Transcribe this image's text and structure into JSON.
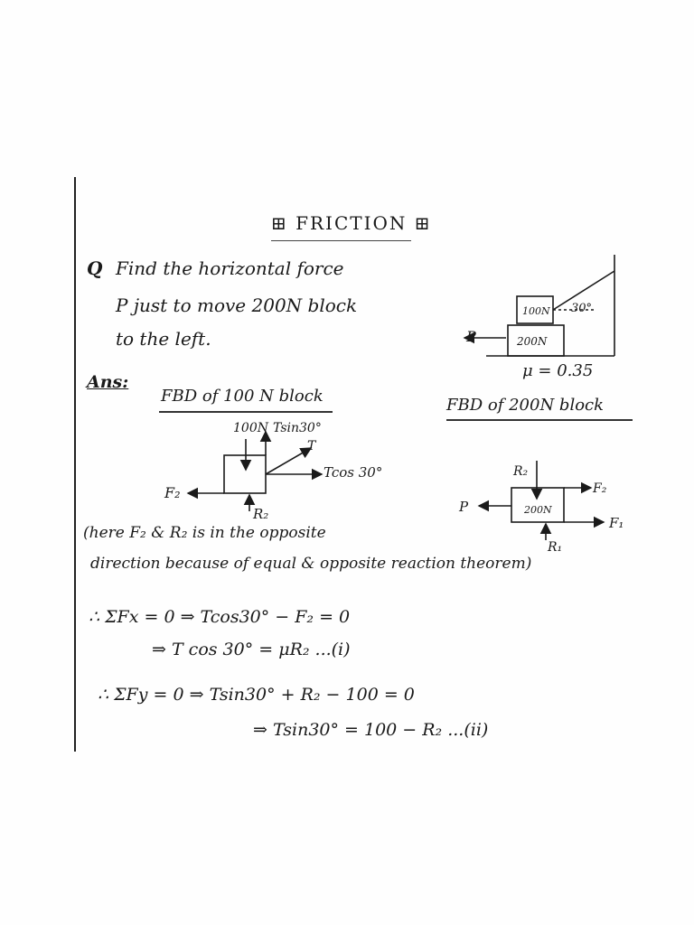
{
  "title": "⊞ FRICTION ⊞",
  "question": {
    "label": "Q",
    "line1": "Find the horizontal force",
    "line2": "P just to move 200N block",
    "line3": "to the left."
  },
  "problem_figure": {
    "upper_block": "100N",
    "lower_block": "200N",
    "force": "P",
    "angle": "30°",
    "mu": "μ = 0.35"
  },
  "answer_label": "Ans:",
  "fbd_100": {
    "heading": "FBD of 100 N block",
    "weight": "100N",
    "t_sin": "Tsin30°",
    "t": "T",
    "t_cos": "Tcos 30°",
    "f2": "F₂",
    "r2": "R₂"
  },
  "fbd_200": {
    "heading": "FBD of 200N block",
    "r2": "R₂",
    "f2": "F₂",
    "block": "200N",
    "p": "P",
    "f1": "F₁",
    "r1": "R₁"
  },
  "note": {
    "line1": "(here F₂ & R₂ is in the opposite",
    "line2": "direction because of equal & opposite reaction theorem)"
  },
  "equations": {
    "eq1": "∴  ΣFx = 0   ⇒  Tcos30° − F₂ = 0",
    "eq2": "⇒  T cos 30° = μR₂ ...(i)",
    "eq3": "∴  ΣFy = 0   ⇒   Tsin30° + R₂ − 100 = 0",
    "eq4": "⇒  Tsin30°  =  100 − R₂ ...(ii)"
  },
  "colors": {
    "ink": "#1a1a1a",
    "paper": "#fefefe"
  }
}
